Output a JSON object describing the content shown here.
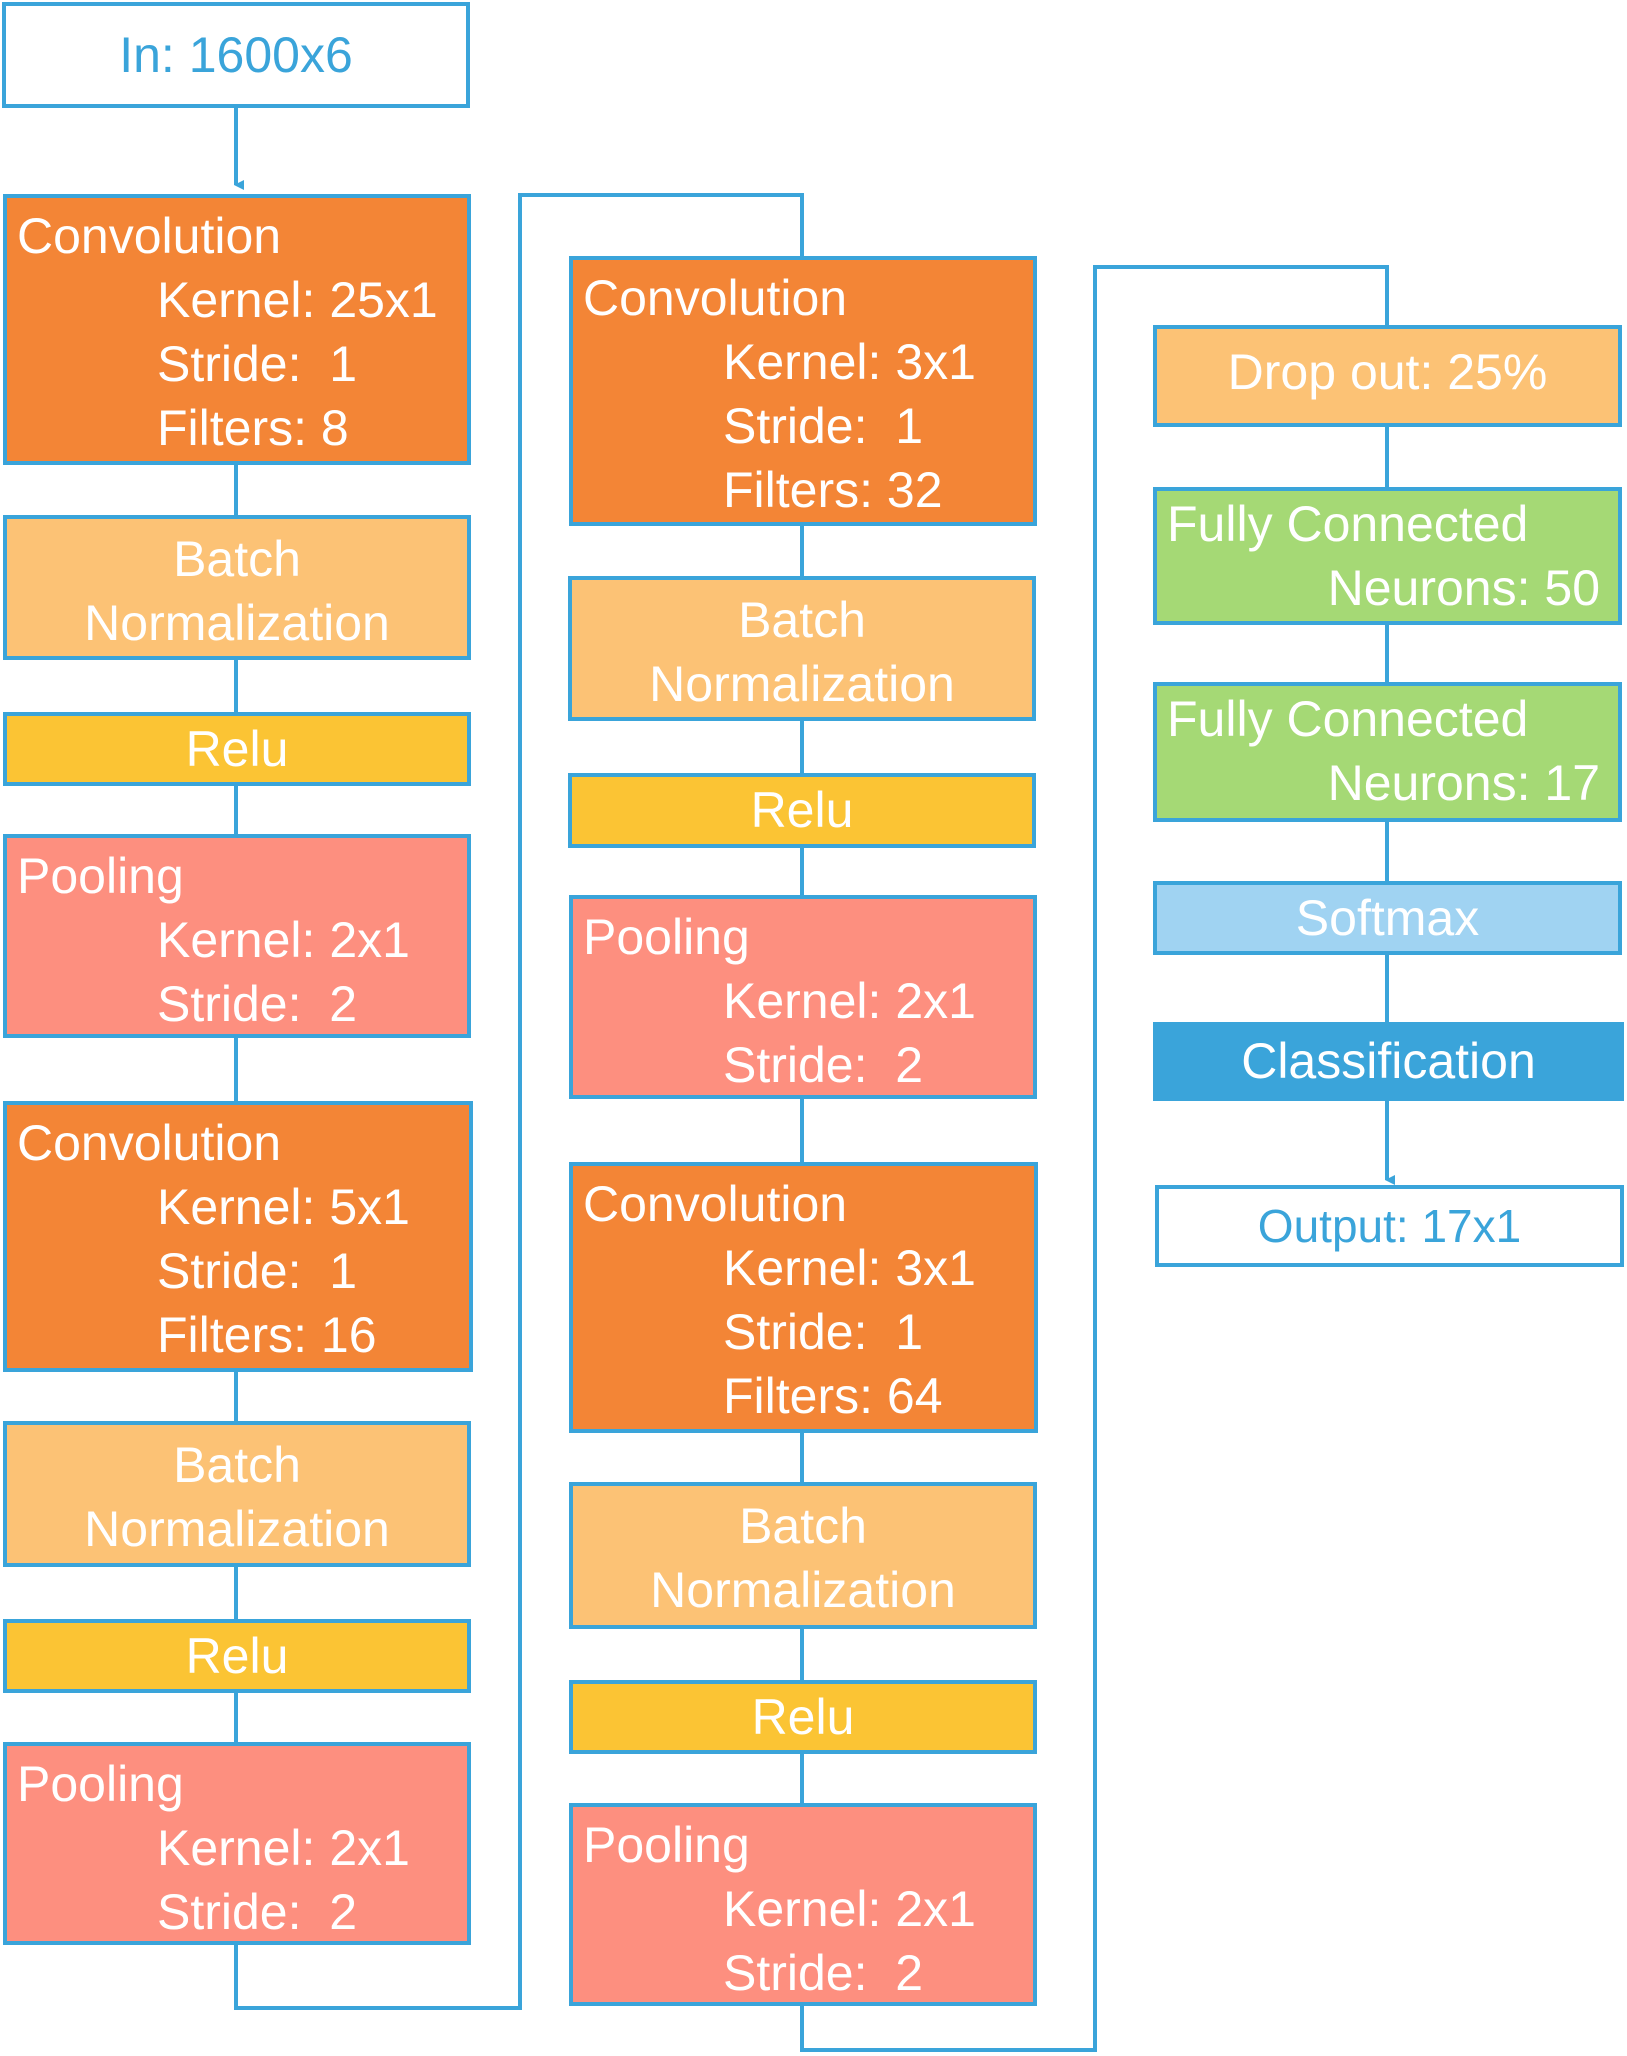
{
  "input": {
    "label": "In: 1600x6"
  },
  "column1": {
    "conv1": {
      "title": "Convolution",
      "kernel": "Kernel: 25x1",
      "stride": "Stride:  1",
      "filters": "Filters: 8"
    },
    "bn1": {
      "line1": "Batch",
      "line2": "Normalization"
    },
    "relu1": {
      "label": "Relu"
    },
    "pool1": {
      "title": "Pooling",
      "kernel": "Kernel: 2x1",
      "stride": "Stride:  2"
    },
    "conv2": {
      "title": "Convolution",
      "kernel": "Kernel: 5x1",
      "stride": "Stride:  1",
      "filters": "Filters: 16"
    },
    "bn2": {
      "line1": "Batch",
      "line2": "Normalization"
    },
    "relu2": {
      "label": "Relu"
    },
    "pool2": {
      "title": "Pooling",
      "kernel": "Kernel: 2x1",
      "stride": "Stride:  2"
    }
  },
  "column2": {
    "conv3": {
      "title": "Convolution",
      "kernel": "Kernel: 3x1",
      "stride": "Stride:  1",
      "filters": "Filters: 32"
    },
    "bn3": {
      "line1": "Batch",
      "line2": "Normalization"
    },
    "relu3": {
      "label": "Relu"
    },
    "pool3": {
      "title": "Pooling",
      "kernel": "Kernel: 2x1",
      "stride": "Stride:  2"
    },
    "conv4": {
      "title": "Convolution",
      "kernel": "Kernel: 3x1",
      "stride": "Stride:  1",
      "filters": "Filters: 64"
    },
    "bn4": {
      "line1": "Batch",
      "line2": "Normalization"
    },
    "relu4": {
      "label": "Relu"
    },
    "pool4": {
      "title": "Pooling",
      "kernel": "Kernel: 2x1",
      "stride": "Stride:  2"
    }
  },
  "column3": {
    "dropout": {
      "label": "Drop out: 25%"
    },
    "fc1": {
      "title": "Fully Connected",
      "neurons": "Neurons: 50"
    },
    "fc2": {
      "title": "Fully Connected",
      "neurons": "Neurons: 17"
    },
    "softmax": {
      "label": "Softmax"
    },
    "classification": {
      "label": "Classification"
    },
    "output": {
      "label": "Output: 17x1"
    }
  },
  "colors": {
    "border": "#3aa4da",
    "convolution": "#f38536",
    "batch_normalization": "#fcc275",
    "relu": "#fbc434",
    "pooling": "#fd8f7f",
    "fully_connected": "#a5d975",
    "softmax": "#a0d3f2",
    "classification": "#3aa4da"
  }
}
